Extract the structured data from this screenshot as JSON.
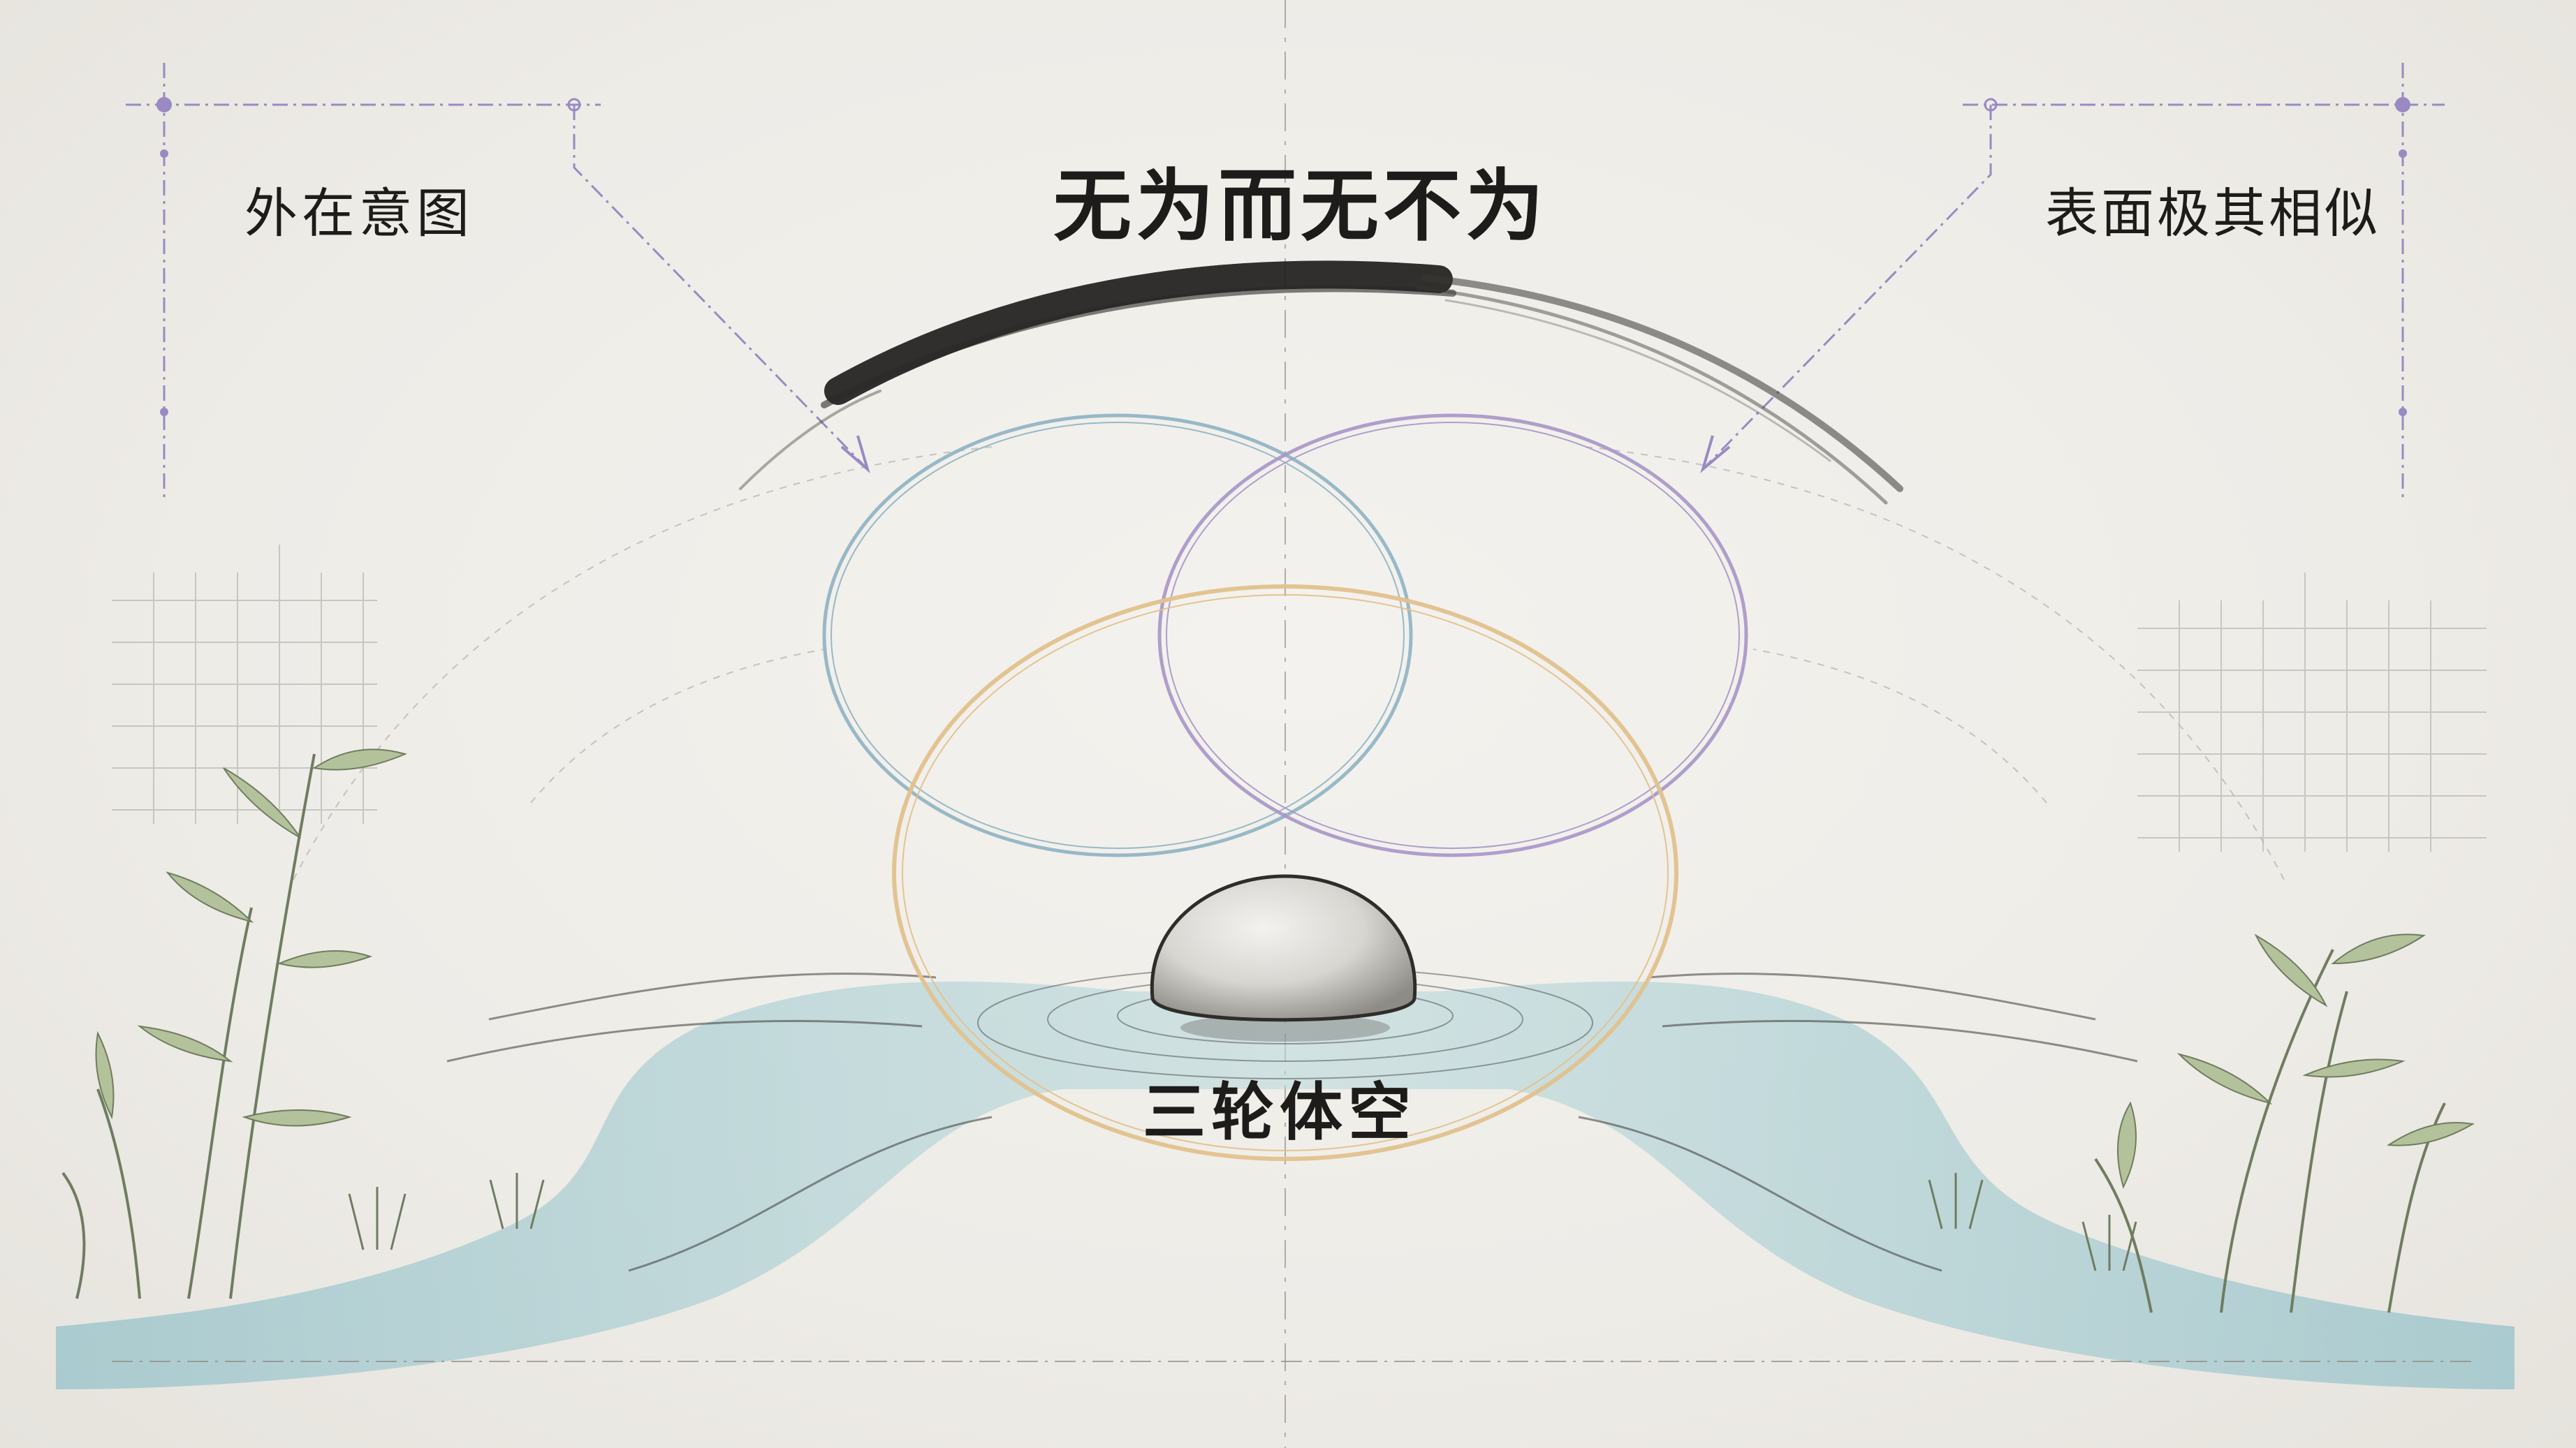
{
  "title": "无为而无不为",
  "labels": {
    "left": "外在意图",
    "right": "表面极其相似",
    "bottom": "三轮体空"
  },
  "colors": {
    "paper": "#efede8",
    "ink": "#1d1c1a",
    "ring_blue": "#8fb3c4",
    "ring_purple": "#a896c8",
    "ring_gold": "#e2c28e",
    "water": "#a9cdd2",
    "bamboo": "#9cab84",
    "guide_purple": "#9a8ac2",
    "grid": "#b9b6b0"
  },
  "icons": {
    "stone": "stone-icon",
    "bamboo_left": "bamboo-icon",
    "bamboo_right": "bamboo-icon"
  }
}
